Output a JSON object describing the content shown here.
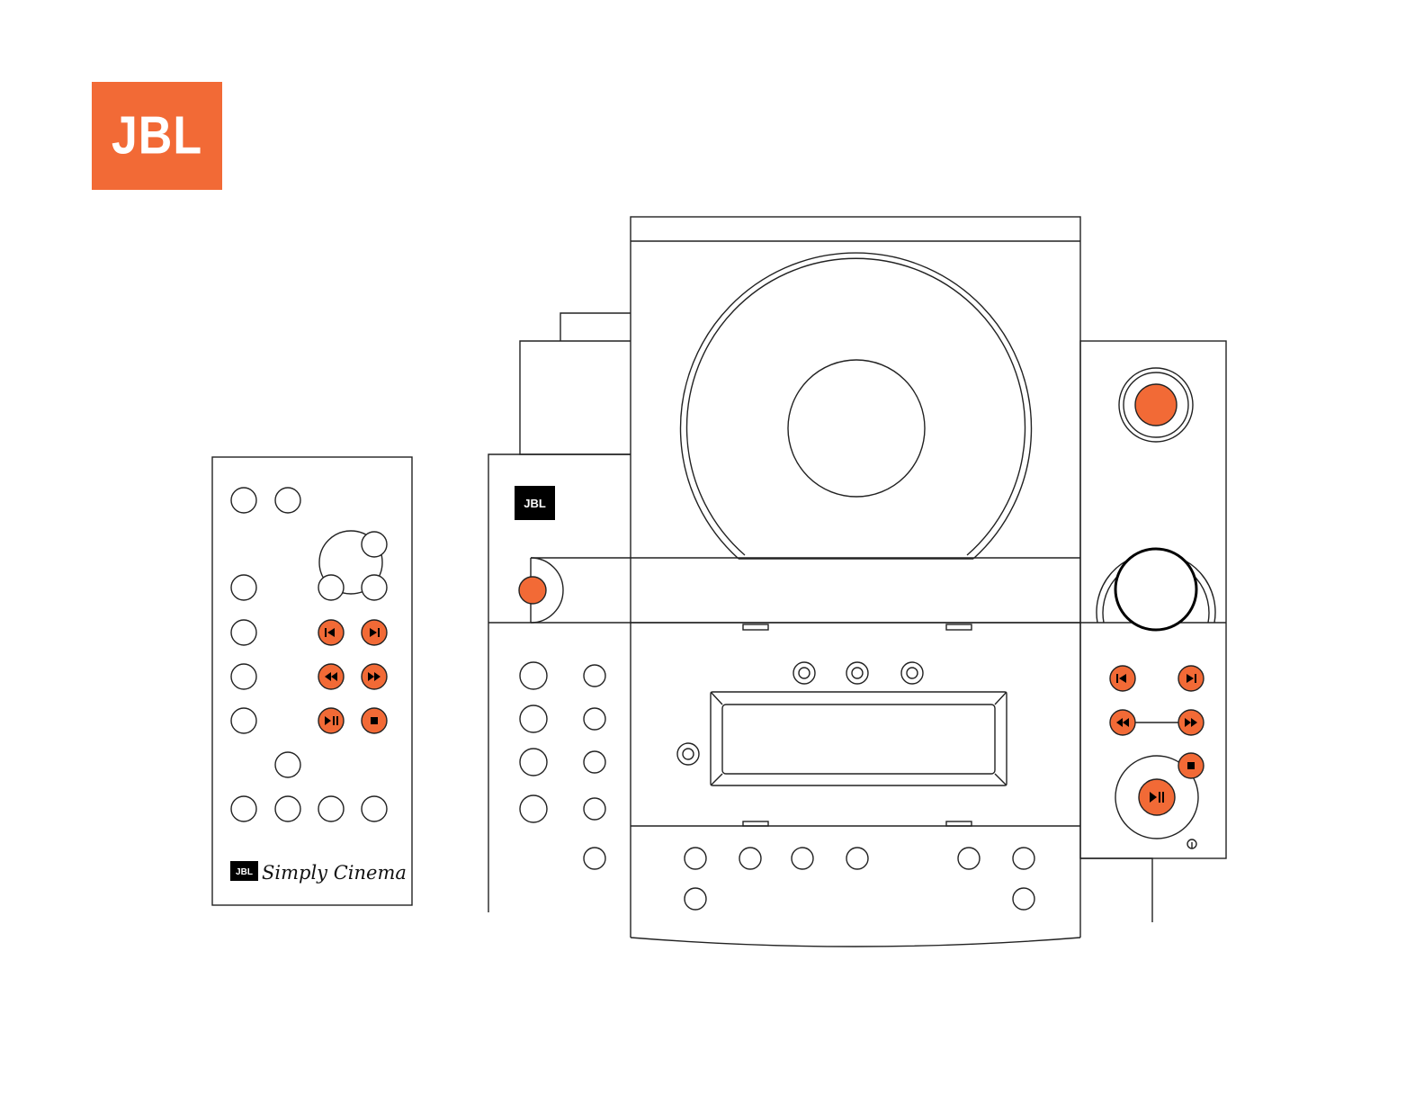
{
  "brand": {
    "name": "JBL",
    "accent": "#f26a36",
    "product_name": "Simply Cinema"
  },
  "remote": {
    "badge_text": "JBL",
    "script_text": "Simply Cinema",
    "buttons": [
      "previous-icon",
      "next-icon",
      "rewind-icon",
      "fast-forward-icon",
      "play-pause-icon",
      "stop-icon"
    ]
  },
  "unit": {
    "panel_badge_text": "JBL",
    "transport_buttons": [
      "previous-icon",
      "next-icon",
      "rewind-icon",
      "fast-forward-icon",
      "stop-icon",
      "play-pause-icon"
    ],
    "headphone_icon": "headphone-icon"
  }
}
